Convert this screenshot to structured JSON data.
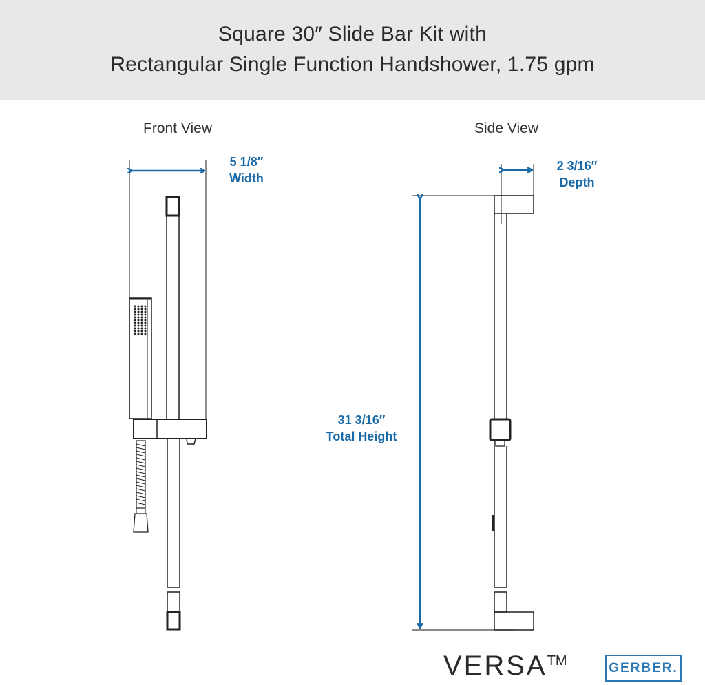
{
  "header": {
    "title_line1": "Square 30″ Slide Bar Kit with",
    "title_line2": "Rectangular Single Function Handshower, 1.75 gpm"
  },
  "front_view": {
    "label": "Front View",
    "width_value": "5 1/8″",
    "width_label": "Width"
  },
  "side_view": {
    "label": "Side View",
    "depth_value": "2 3/16″",
    "depth_label": "Depth",
    "height_value": "31 3/16″",
    "height_label": "Total Height"
  },
  "branding": {
    "product_line": "VERSA",
    "trademark": "TM",
    "brand": "GERBER."
  },
  "colors": {
    "header_bg": "#e8e8e8",
    "dimension_blue": "#1a6aa8",
    "gerber_blue": "#2b78b5",
    "line": "#222222"
  }
}
